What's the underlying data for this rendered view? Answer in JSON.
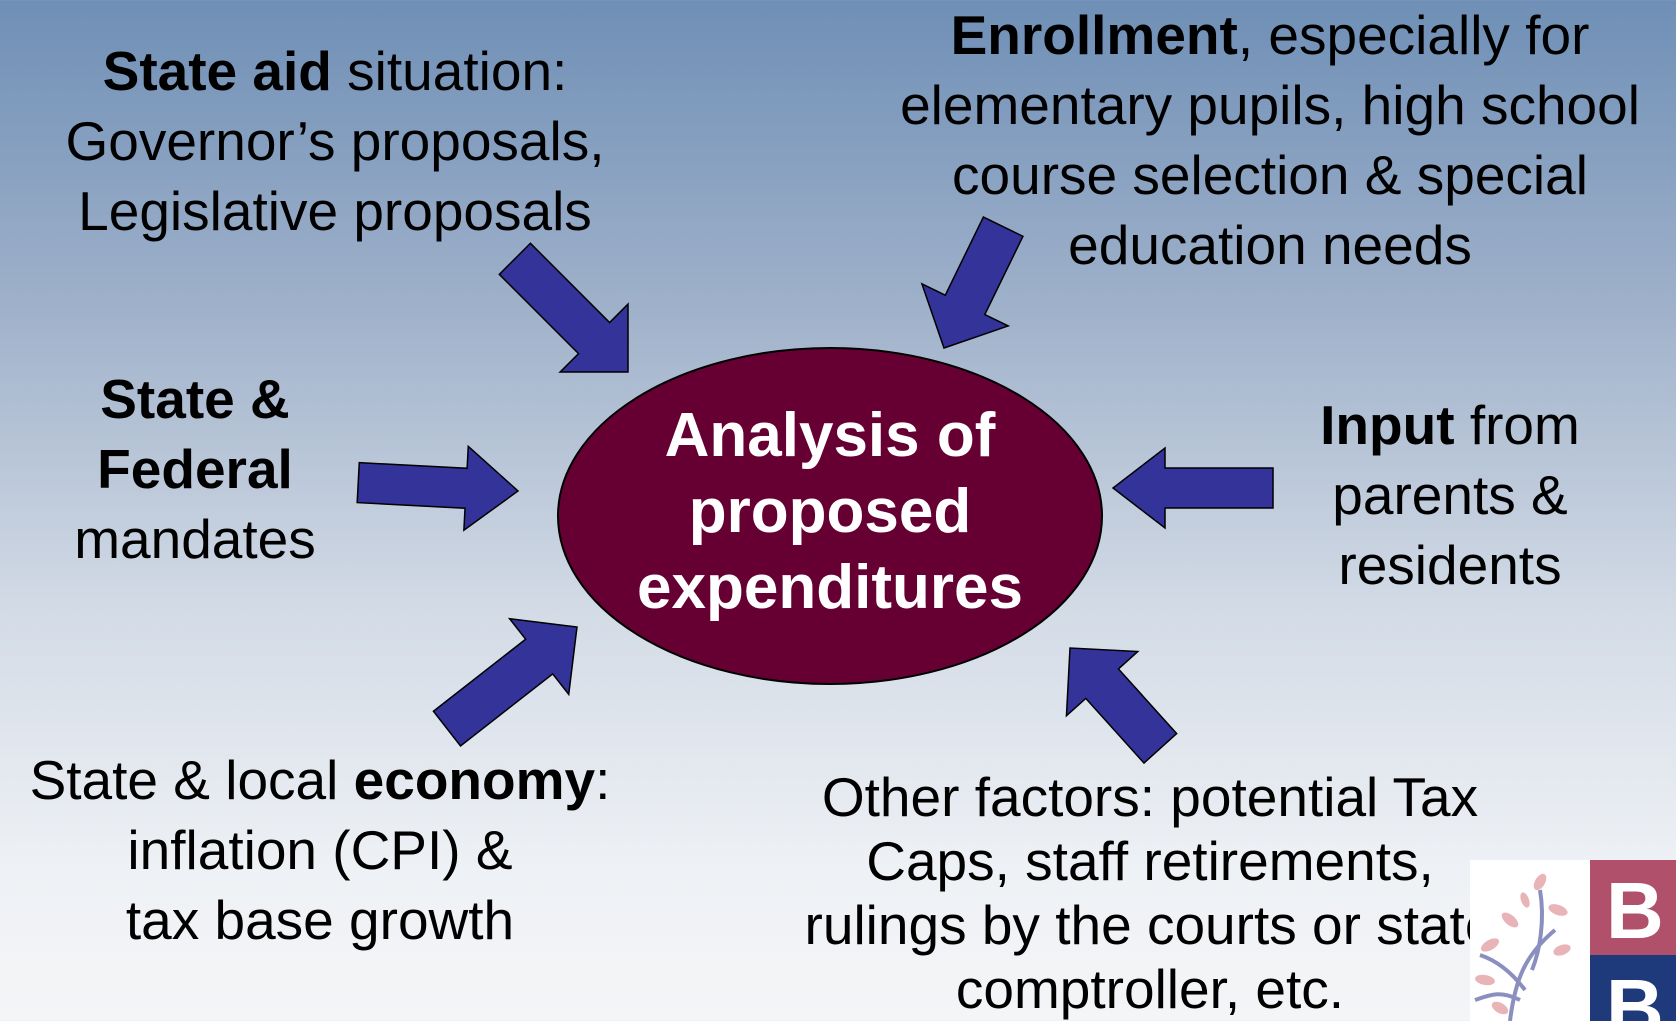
{
  "center": {
    "lines": [
      "Analysis of",
      "proposed",
      "expenditures"
    ],
    "fill_color": "#660033"
  },
  "arrow_color": "#333399",
  "factors": {
    "state_aid": {
      "bold": "State aid",
      "line1_rest": " situation:",
      "line2": "Governor’s proposals,",
      "line3": "Legislative proposals"
    },
    "enrollment": {
      "bold": "Enrollment",
      "line1_rest": ", especially for",
      "line2": "elementary pupils, high school",
      "line3": "course selection & special",
      "line4": "education needs"
    },
    "mandates": {
      "line1": "State &",
      "line2": "Federal",
      "line3": "mandates"
    },
    "input": {
      "bold": "Input",
      "line1_rest": " from",
      "line2": "parents &",
      "line3": "residents"
    },
    "economy": {
      "line1_pre": "State & local ",
      "bold": "economy",
      "line1_post": ":",
      "line2": "inflation (CPI) &",
      "line3": "tax base growth"
    },
    "other": {
      "line1": "Other factors:  potential Tax",
      "line2": "Caps, staff retirements,",
      "line3": "rulings by the courts or state",
      "line4": "comptroller, etc."
    }
  },
  "logo": {
    "letter_top": "B",
    "letter_bottom": "B",
    "colors": {
      "top": "#b0506a",
      "bottom": "#1f3a7a",
      "leaves": "#e8b4b8",
      "branch": "#8a8fc0"
    }
  }
}
